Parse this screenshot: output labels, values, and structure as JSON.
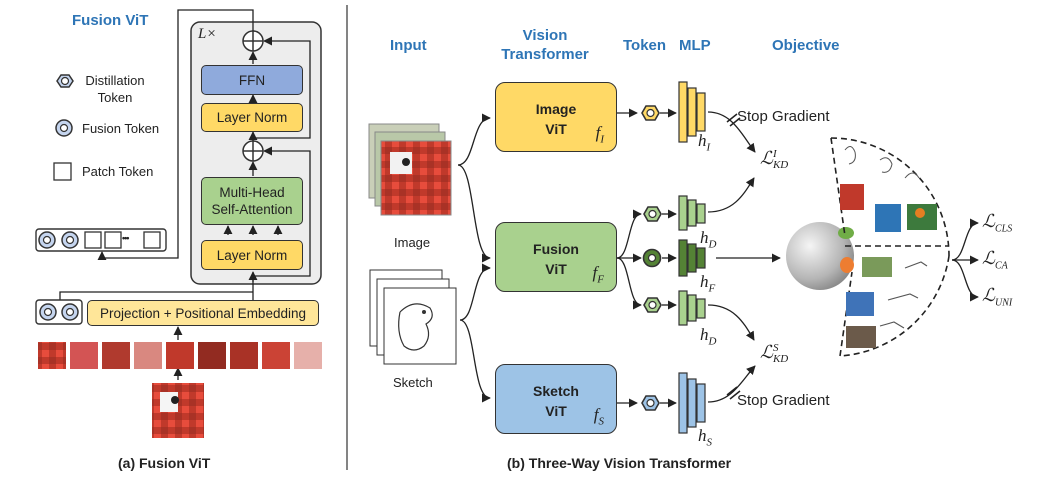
{
  "left": {
    "title": "Fusion ViT",
    "repeat_label": "L×",
    "ffn": "FFN",
    "layer_norm_top": "Layer Norm",
    "mhsa": "Multi-Head Self-Attention",
    "layer_norm_bottom": "Layer Norm",
    "projection": "Projection + Positional Embedding",
    "legend": {
      "distillation": "Distillation Token",
      "fusion": "Fusion Token",
      "patch": "Patch Token"
    },
    "ellipsis": "•••",
    "caption": "(a) Fusion ViT"
  },
  "right": {
    "headers": {
      "input": "Input",
      "vision_transformer": "Vision Transformer",
      "token": "Token",
      "mlp": "MLP",
      "objective": "Objective"
    },
    "image_label": "Image",
    "sketch_label": "Sketch",
    "image_vit": {
      "name": "Image ViT",
      "fn": "f",
      "sub": "I"
    },
    "fusion_vit": {
      "name": "Fusion ViT",
      "fn": "f",
      "sub": "F"
    },
    "sketch_vit": {
      "name": "Sketch ViT",
      "fn": "f",
      "sub": "S"
    },
    "stop_gradient_top": "Stop Gradient",
    "stop_gradient_bottom": "Stop Gradient",
    "h_i": {
      "base": "h",
      "sub": "I"
    },
    "h_d_top": {
      "base": "h",
      "sub": "D"
    },
    "h_f": {
      "base": "h",
      "sub": "F"
    },
    "h_d_bottom": {
      "base": "h",
      "sub": "D"
    },
    "h_s": {
      "base": "h",
      "sub": "S"
    },
    "l_kd_i": {
      "base": "ℒ",
      "sup": "I",
      "sub": "KD"
    },
    "l_kd_s": {
      "base": "ℒ",
      "sup": "S",
      "sub": "KD"
    },
    "l_cls": {
      "base": "ℒ",
      "sub": "CLS"
    },
    "l_ca": {
      "base": "ℒ",
      "sub": "CA"
    },
    "l_uni": {
      "base": "ℒ",
      "sub": "UNI"
    },
    "caption": "(b) Three-Way Vision Transformer"
  },
  "colors": {
    "blue_title": "#2e75b6",
    "image_yellow": "#ffd966",
    "fusion_green": "#a9d18e",
    "sketch_blue": "#9dc3e6",
    "ffn_blue": "#8faadc",
    "proj_fill": "#ffe699",
    "panel_gray": "#ededed"
  }
}
